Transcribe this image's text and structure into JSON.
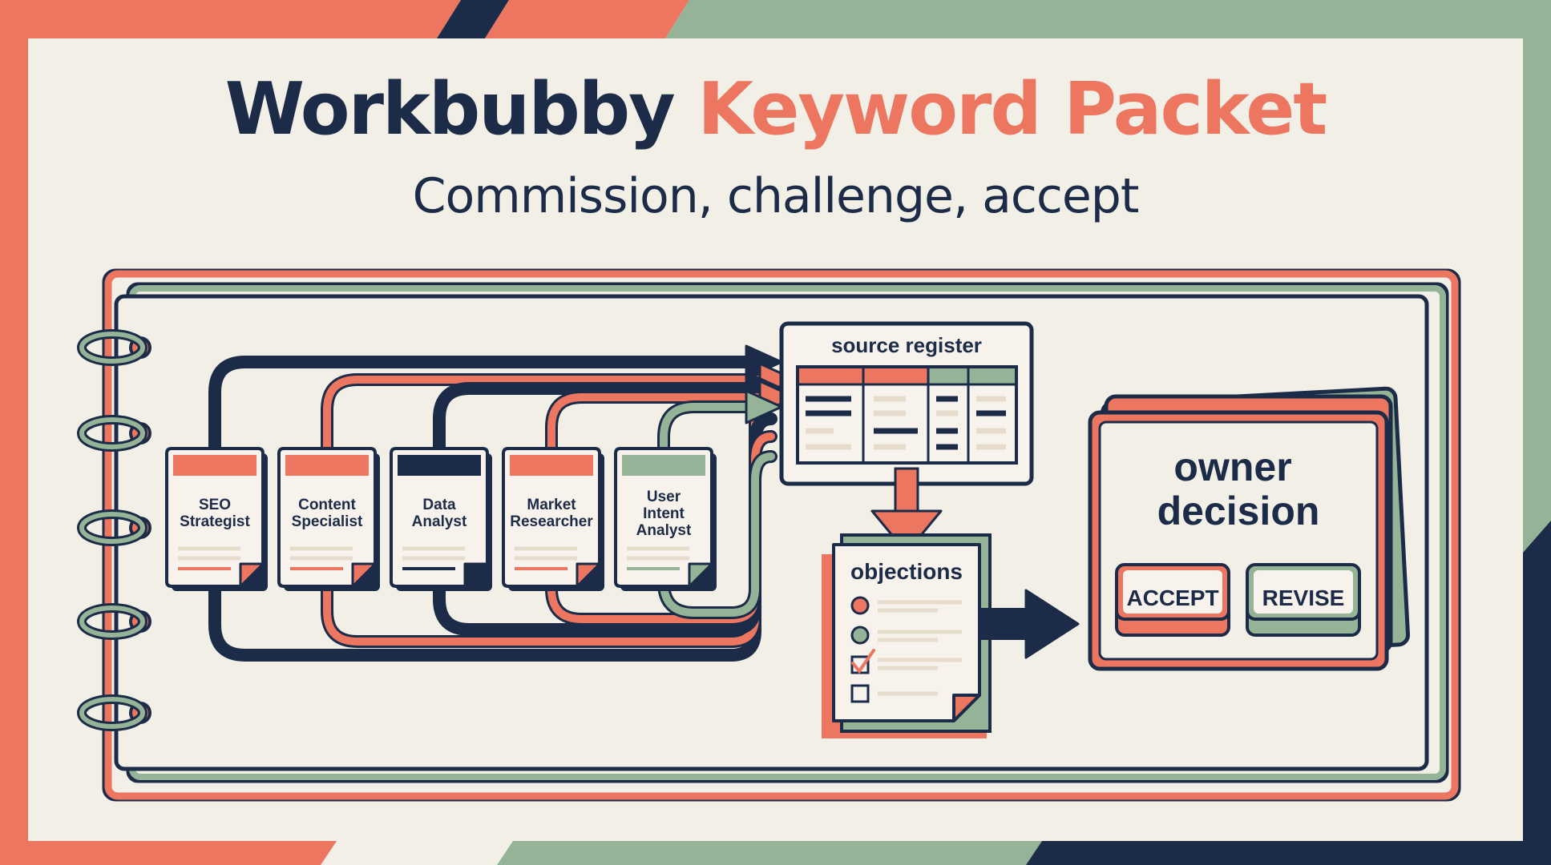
{
  "title": {
    "part1": "Workbubby",
    "part2": "Keyword Packet"
  },
  "subtitle": "Commission, challenge, accept",
  "specialists": [
    {
      "lines": [
        "SEO",
        "Strategist"
      ],
      "accent": "#ec7660"
    },
    {
      "lines": [
        "Content",
        "Specialist"
      ],
      "accent": "#ec7660"
    },
    {
      "lines": [
        "Data",
        "Analyst"
      ],
      "accent": "#1b2b48"
    },
    {
      "lines": [
        "Market",
        "Researcher"
      ],
      "accent": "#ec7660"
    },
    {
      "lines": [
        "User",
        "Intent",
        "Analyst"
      ],
      "accent": "#95b497"
    }
  ],
  "source_register": {
    "title": "source register"
  },
  "objections": {
    "title": "objections"
  },
  "owner_decision": {
    "title_lines": [
      "owner",
      "decision"
    ],
    "accept_label": "ACCEPT",
    "revise_label": "REVISE"
  },
  "colors": {
    "navy": "#1b2b48",
    "coral": "#ec7660",
    "sage": "#95b497",
    "paper": "#f2efe7",
    "card": "#f7f3ec",
    "cream": "#e7dccb"
  }
}
